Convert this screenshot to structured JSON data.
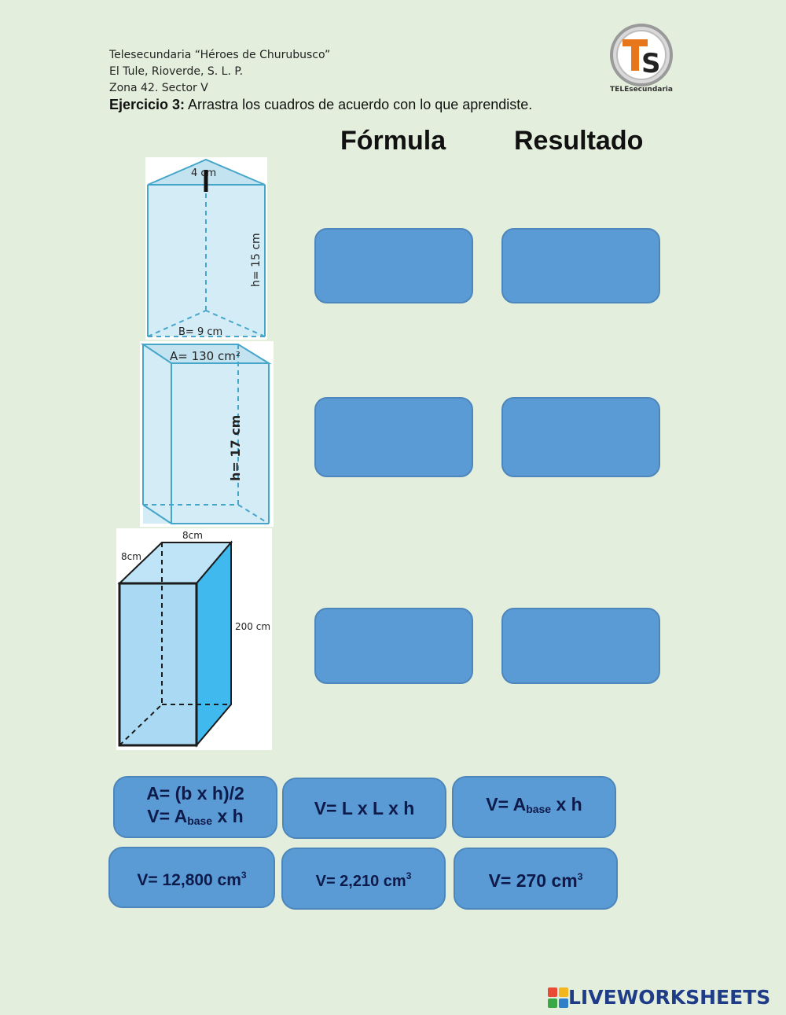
{
  "header": {
    "school": "Telesecundaria “Héroes de Churubusco”",
    "location": "El Tule, Rioverde, S. L. P.",
    "zone": "Zona 42. Sector V",
    "exercise_label": "Ejercicio 3:",
    "exercise_text": " Arrastra los cuadros de acuerdo con lo que aprendiste."
  },
  "logo": {
    "letters": "TS",
    "caption": "TELEsecundaria",
    "colors": {
      "ring": "#9a9a9a",
      "accent": "#e8771c"
    }
  },
  "columns": {
    "formula": "Fórmula",
    "result": "Resultado"
  },
  "figures": {
    "prism_triangular": {
      "top": "4 cm",
      "height": "h= 15 cm",
      "base": "B= 9 cm"
    },
    "prism_rect": {
      "area": "A= 130 cm²",
      "height": "h= 17 cm"
    },
    "prism_square": {
      "width": "8cm",
      "depth": "8cm",
      "height": "200 cm"
    }
  },
  "cards": {
    "formula_triangle_line1": "A= (b x h)/2",
    "formula_triangle_line2_pre": "V= A",
    "formula_triangle_line2_sub": "base",
    "formula_triangle_line2_post": " x h",
    "formula_cube": "V= L x L x h",
    "formula_base_pre": "V= A",
    "formula_base_sub": "base",
    "formula_base_post": " x h",
    "result_12800_pre": "V= 12,800 cm",
    "result_2210_pre": "V= 2,210 cm",
    "result_270_pre": "V= 270 cm",
    "cube_sup": "3"
  },
  "brand": {
    "text": "LIVEWORKSHEETS",
    "colors": [
      "#e94b35",
      "#f3b61f",
      "#3aa845",
      "#2f80c8"
    ]
  },
  "colors": {
    "background": "#e3efdc",
    "card": "#5b9bd5",
    "card_text": "#0d1a4a",
    "brand": "#1f3c88"
  }
}
